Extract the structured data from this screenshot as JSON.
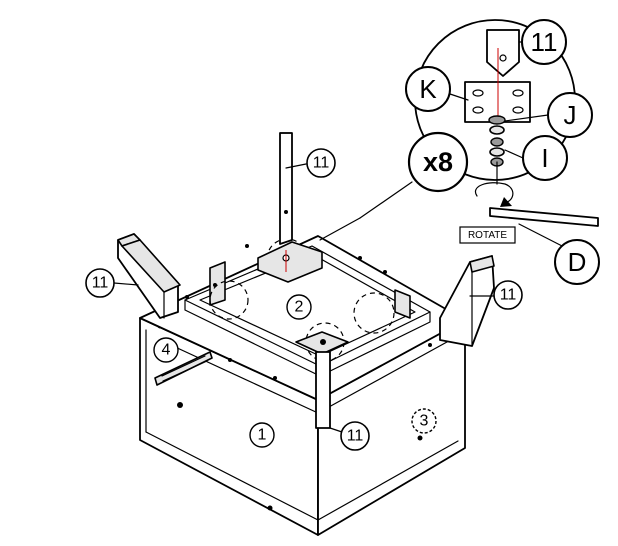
{
  "callouts": {
    "part_1": "1",
    "part_2": "2",
    "part_3": "3",
    "part_4": "4",
    "leg_top": "11",
    "leg_left": "11",
    "leg_right": "11",
    "leg_front": "11",
    "detail_leg": "11",
    "hw_k": "K",
    "hw_j": "J",
    "hw_i": "I",
    "tool_d": "D"
  },
  "quantity_label": "x8",
  "rotate_label": "ROTATE"
}
